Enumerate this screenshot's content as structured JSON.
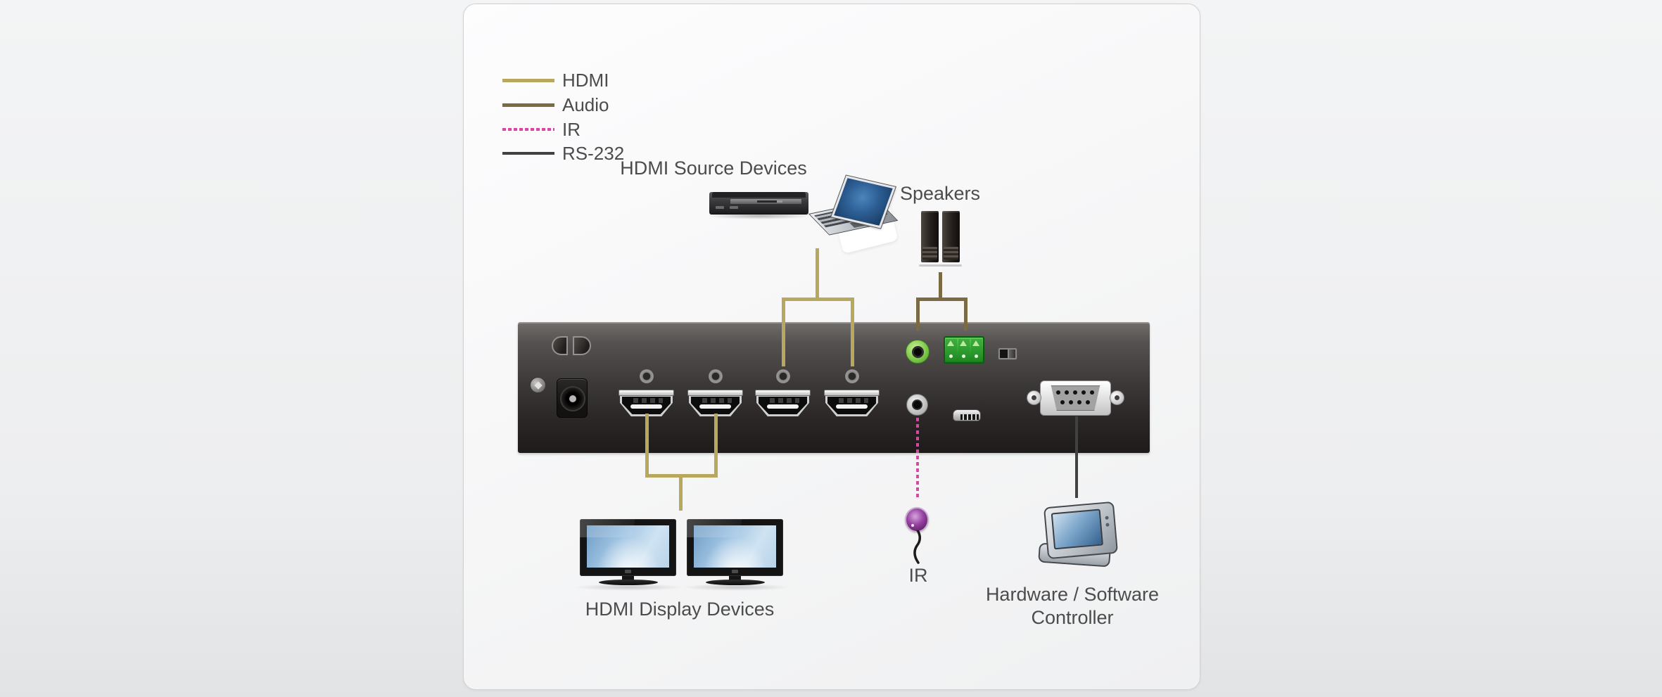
{
  "colors": {
    "hdmi-line": "#b7a75f",
    "audio-line": "#7b6b44",
    "ir-line": "#cf4ca0",
    "rs232-line": "#414144",
    "label-text": "#4c4c4e",
    "accent-green": "#3fae3d"
  },
  "legend": {
    "items": [
      {
        "label": "HDMI",
        "style": "solid",
        "color": "#b7a75f"
      },
      {
        "label": "Audio",
        "style": "solid",
        "color": "#7b6b44"
      },
      {
        "label": "IR",
        "style": "dotted",
        "color": "#cf4ca0"
      },
      {
        "label": "RS-232",
        "style": "solid",
        "color": "#414144"
      }
    ]
  },
  "labels": {
    "sources": "HDMI Source Devices",
    "speakers": "Speakers",
    "displays": "HDMI Display Devices",
    "ir_receiver": "IR",
    "controller_line1": "Hardware / Software",
    "controller_line2": "Controller"
  },
  "icons": {
    "dvd-player-icon": "css-shape",
    "laptop-icon": "css-shape",
    "speaker-icon": "css-shape",
    "tv-icon": "css-shape",
    "ir-receiver-icon": "css-shape",
    "touch-controller-icon": "css-shape",
    "dc-power-jack": "css-shape",
    "hdmi-port": "css-shape",
    "audio-out-jack": "css-shape",
    "terminal-block-connector": "css-shape",
    "mode-switch": "css-shape",
    "ir-in-jack": "css-shape",
    "mini-usb-port": "css-shape",
    "rs232-serial-port": "css-shape"
  }
}
